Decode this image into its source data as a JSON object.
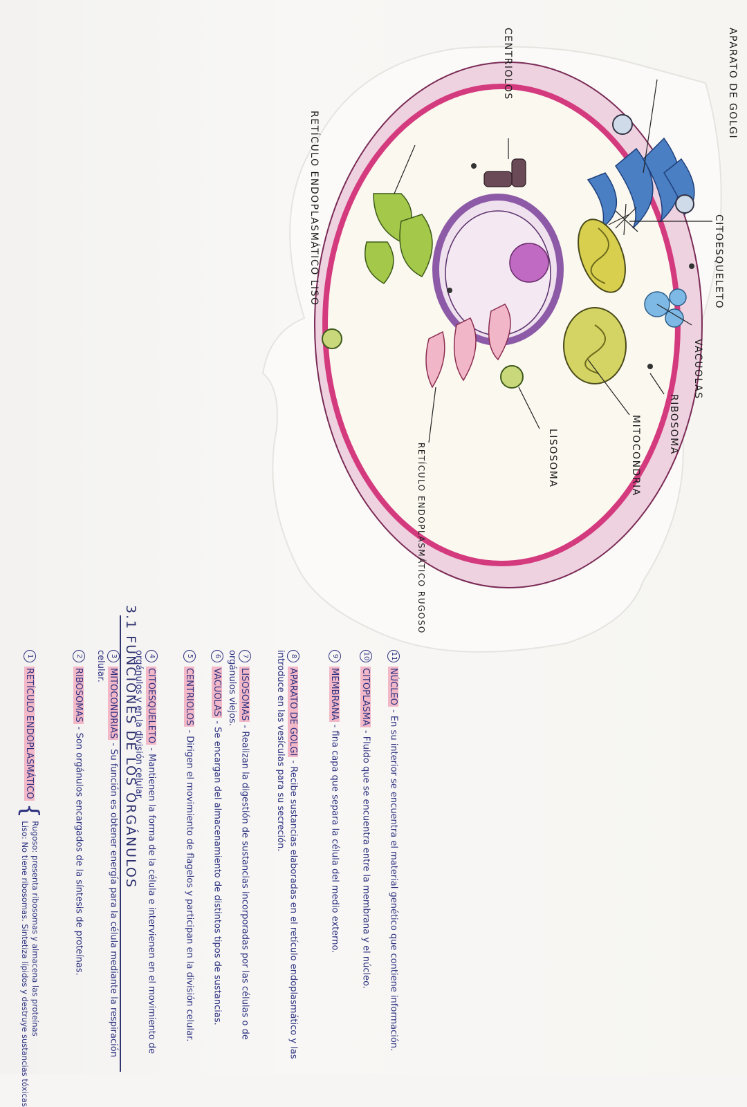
{
  "diagram": {
    "labels": {
      "golgi": "APARATO DE GOLGI",
      "centriolos": "CENTRIOLOS",
      "rel": "RETÍCULO ENDOPLASMÁTICO LISO",
      "citoesqueleto": "CITOESQUELETO",
      "vacuolas": "VACUOLAS",
      "ribosoma": "RIBOSOMA",
      "mitocondria": "MITOCONDRIA",
      "lisosoma": "LISOSOMA",
      "rer": "RETÍCULO ENDOPLASMÁTICO RUGOSO"
    }
  },
  "notes": {
    "title": "3.1 FUNCIONES DE LOS ORGÁNULOS",
    "items": [
      {
        "num": "1",
        "term": "RETÍCULO ENDOPLASMÁTICO",
        "sub1": "Rugoso: presenta ribosomas y almacena las proteínas",
        "sub2": "Liso: No tiene ribosomas. Sintetiza lípidos y destruye sustancias tóxicas"
      },
      {
        "num": "2",
        "term": "RIBOSOMAS",
        "text": "- Son orgánulos encargados de la síntesis de proteínas."
      },
      {
        "num": "3",
        "term": "MITOCONDRIAS",
        "text": "- Su función es obtener energía para la célula mediante la respiración celular."
      },
      {
        "num": "4",
        "term": "CITOESQUELETO",
        "text": "- Mantienen la forma de la célula e intervienen en el movimiento de orgánulos y en la división celular."
      },
      {
        "num": "5",
        "term": "CENTRIOLOS",
        "text": "- Dirigen el movimiento de flagelos y participan en la división celular."
      },
      {
        "num": "6",
        "term": "VACUOLAS",
        "text": "- Se encargan del almacenamiento de distintos tipos de sustancias."
      },
      {
        "num": "7",
        "term": "LISOSOMAS",
        "text": "- Realizan la digestión de sustancias incorporadas por las células o de orgánulos viejos."
      },
      {
        "num": "8",
        "term": "APARATO DE GOLGI",
        "text": "- Recibe sustancias elaboradas en el retículo endoplasmático y las introduce en las vesículas para su secreción."
      },
      {
        "num": "9",
        "term": "MEMBRANA",
        "text": "- fina capa que separa la célula del medio externo."
      },
      {
        "num": "10",
        "term": "CITOPLASMA",
        "text": "- Fluido que se encuentra entre la membrana y el núcleo."
      },
      {
        "num": "11",
        "term": "NÚCLEO",
        "text": "- En su interior se encuentra el material genético que contiene información."
      }
    ]
  },
  "colors": {
    "ink": "#2d3180",
    "highlight": "#f2b8c8",
    "membrane": "#d43b7e",
    "golgi": "#3f74b8",
    "mitochondria": "#c8c23a",
    "smooth_er": "#9cc23d",
    "nucleus": "#c9a5d6"
  }
}
